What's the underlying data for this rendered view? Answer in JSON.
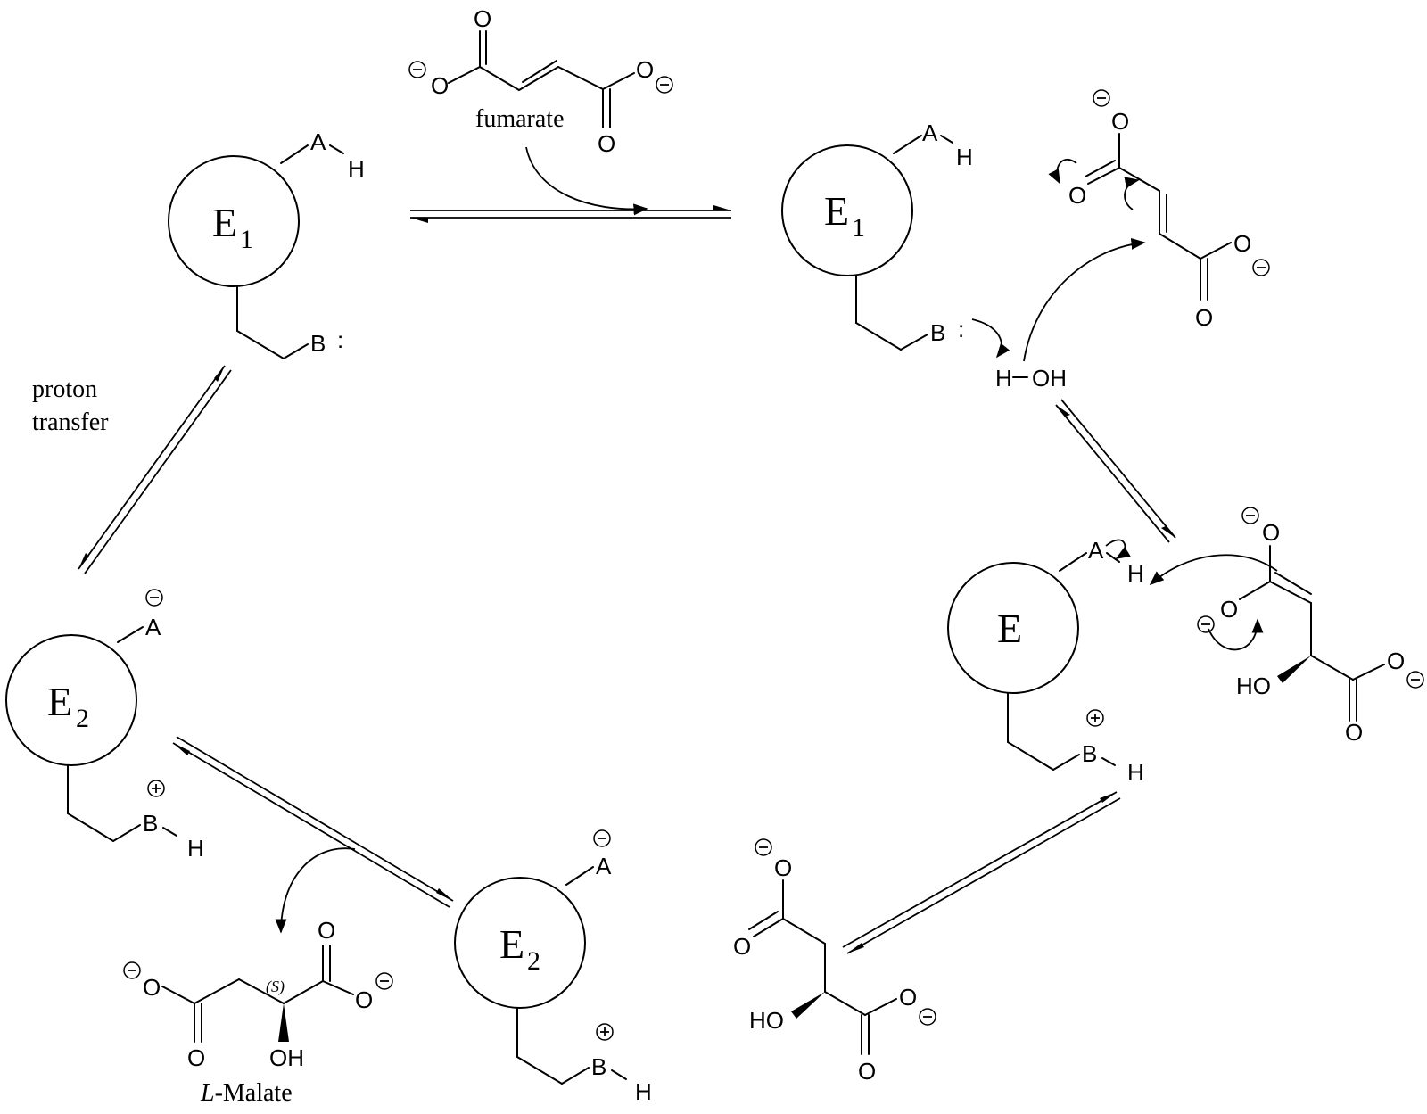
{
  "labels": {
    "fumarate": "fumarate",
    "proton_transfer_line1": "proton",
    "proton_transfer_line2": "transfer",
    "l_malate_prefix": "L",
    "l_malate_suffix": "-Malate",
    "stereo_s": "(S)"
  },
  "enzymes": {
    "e1_top_left": {
      "letter": "E",
      "sub": "1"
    },
    "e1_top_right": {
      "letter": "E",
      "sub": "1"
    },
    "e_right": {
      "letter": "E",
      "sub": ""
    },
    "e2_bottom": {
      "letter": "E",
      "sub": "2"
    },
    "e2_left": {
      "letter": "E",
      "sub": "2"
    }
  },
  "atoms": {
    "A": "A",
    "B": "B",
    "H": "H",
    "O": "O",
    "OH": "OH",
    "HO": "HO",
    "lone_pair": ":",
    "minus": "−",
    "plus": "+"
  }
}
